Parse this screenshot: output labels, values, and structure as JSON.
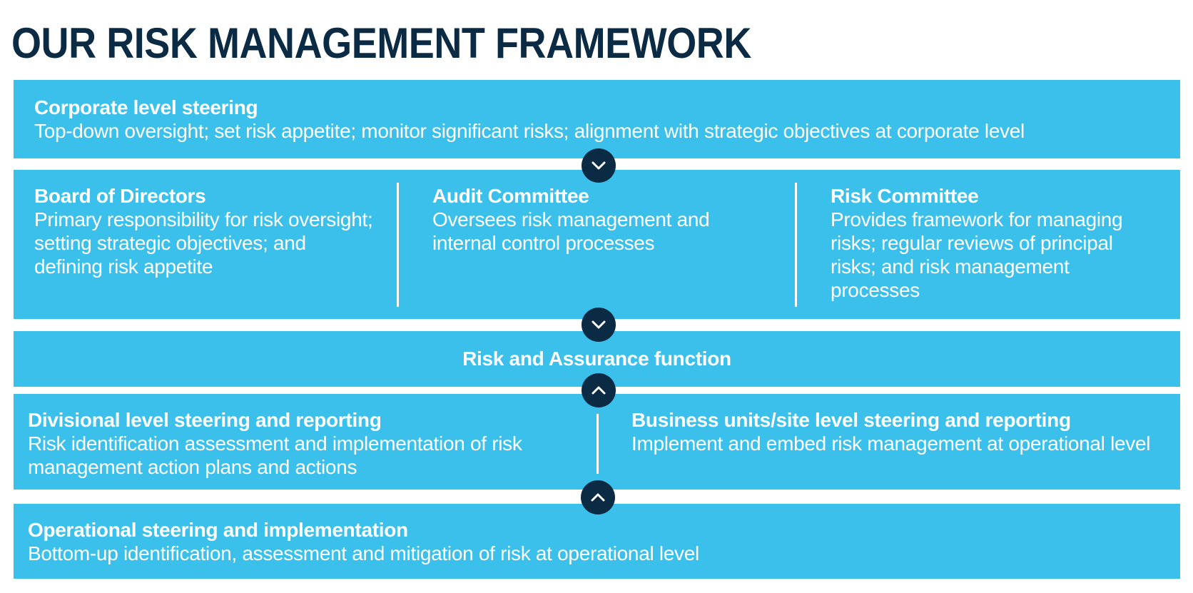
{
  "title": "OUR RISK MANAGEMENT FRAMEWORK",
  "corporate": {
    "heading": "Corporate level steering",
    "text": "Top-down oversight; set risk appetite; monitor significant risks; alignment with strategic objectives at corporate level"
  },
  "committees": [
    {
      "heading": "Board of Directors",
      "text": "Primary responsibility for risk oversight; setting strategic objectives; and defining risk appetite"
    },
    {
      "heading": "Audit Committee",
      "text": "Oversees risk management and internal control processes"
    },
    {
      "heading": "Risk Committee",
      "text": "Provides framework for managing risks; regular reviews of principal risks; and risk management processes"
    }
  ],
  "assurance": {
    "heading": "Risk and Assurance function"
  },
  "levels": [
    {
      "heading": "Divisional level steering and reporting",
      "text": "Risk identification assessment and implementation of risk management action plans and actions"
    },
    {
      "heading": "Business units/site level steering and reporting",
      "text": "Implement and embed risk management at operational level"
    }
  ],
  "operational": {
    "heading": "Operational steering and implementation",
    "text": "Bottom-up identification, assessment and mitigation of risk at operational level"
  },
  "arrows": [
    "chevron-down-icon",
    "chevron-down-icon",
    "chevron-up-icon",
    "chevron-up-icon"
  ],
  "colors": {
    "band": "#3bc0ec",
    "dark": "#0b2b45",
    "text_on_band": "#ffffff"
  }
}
